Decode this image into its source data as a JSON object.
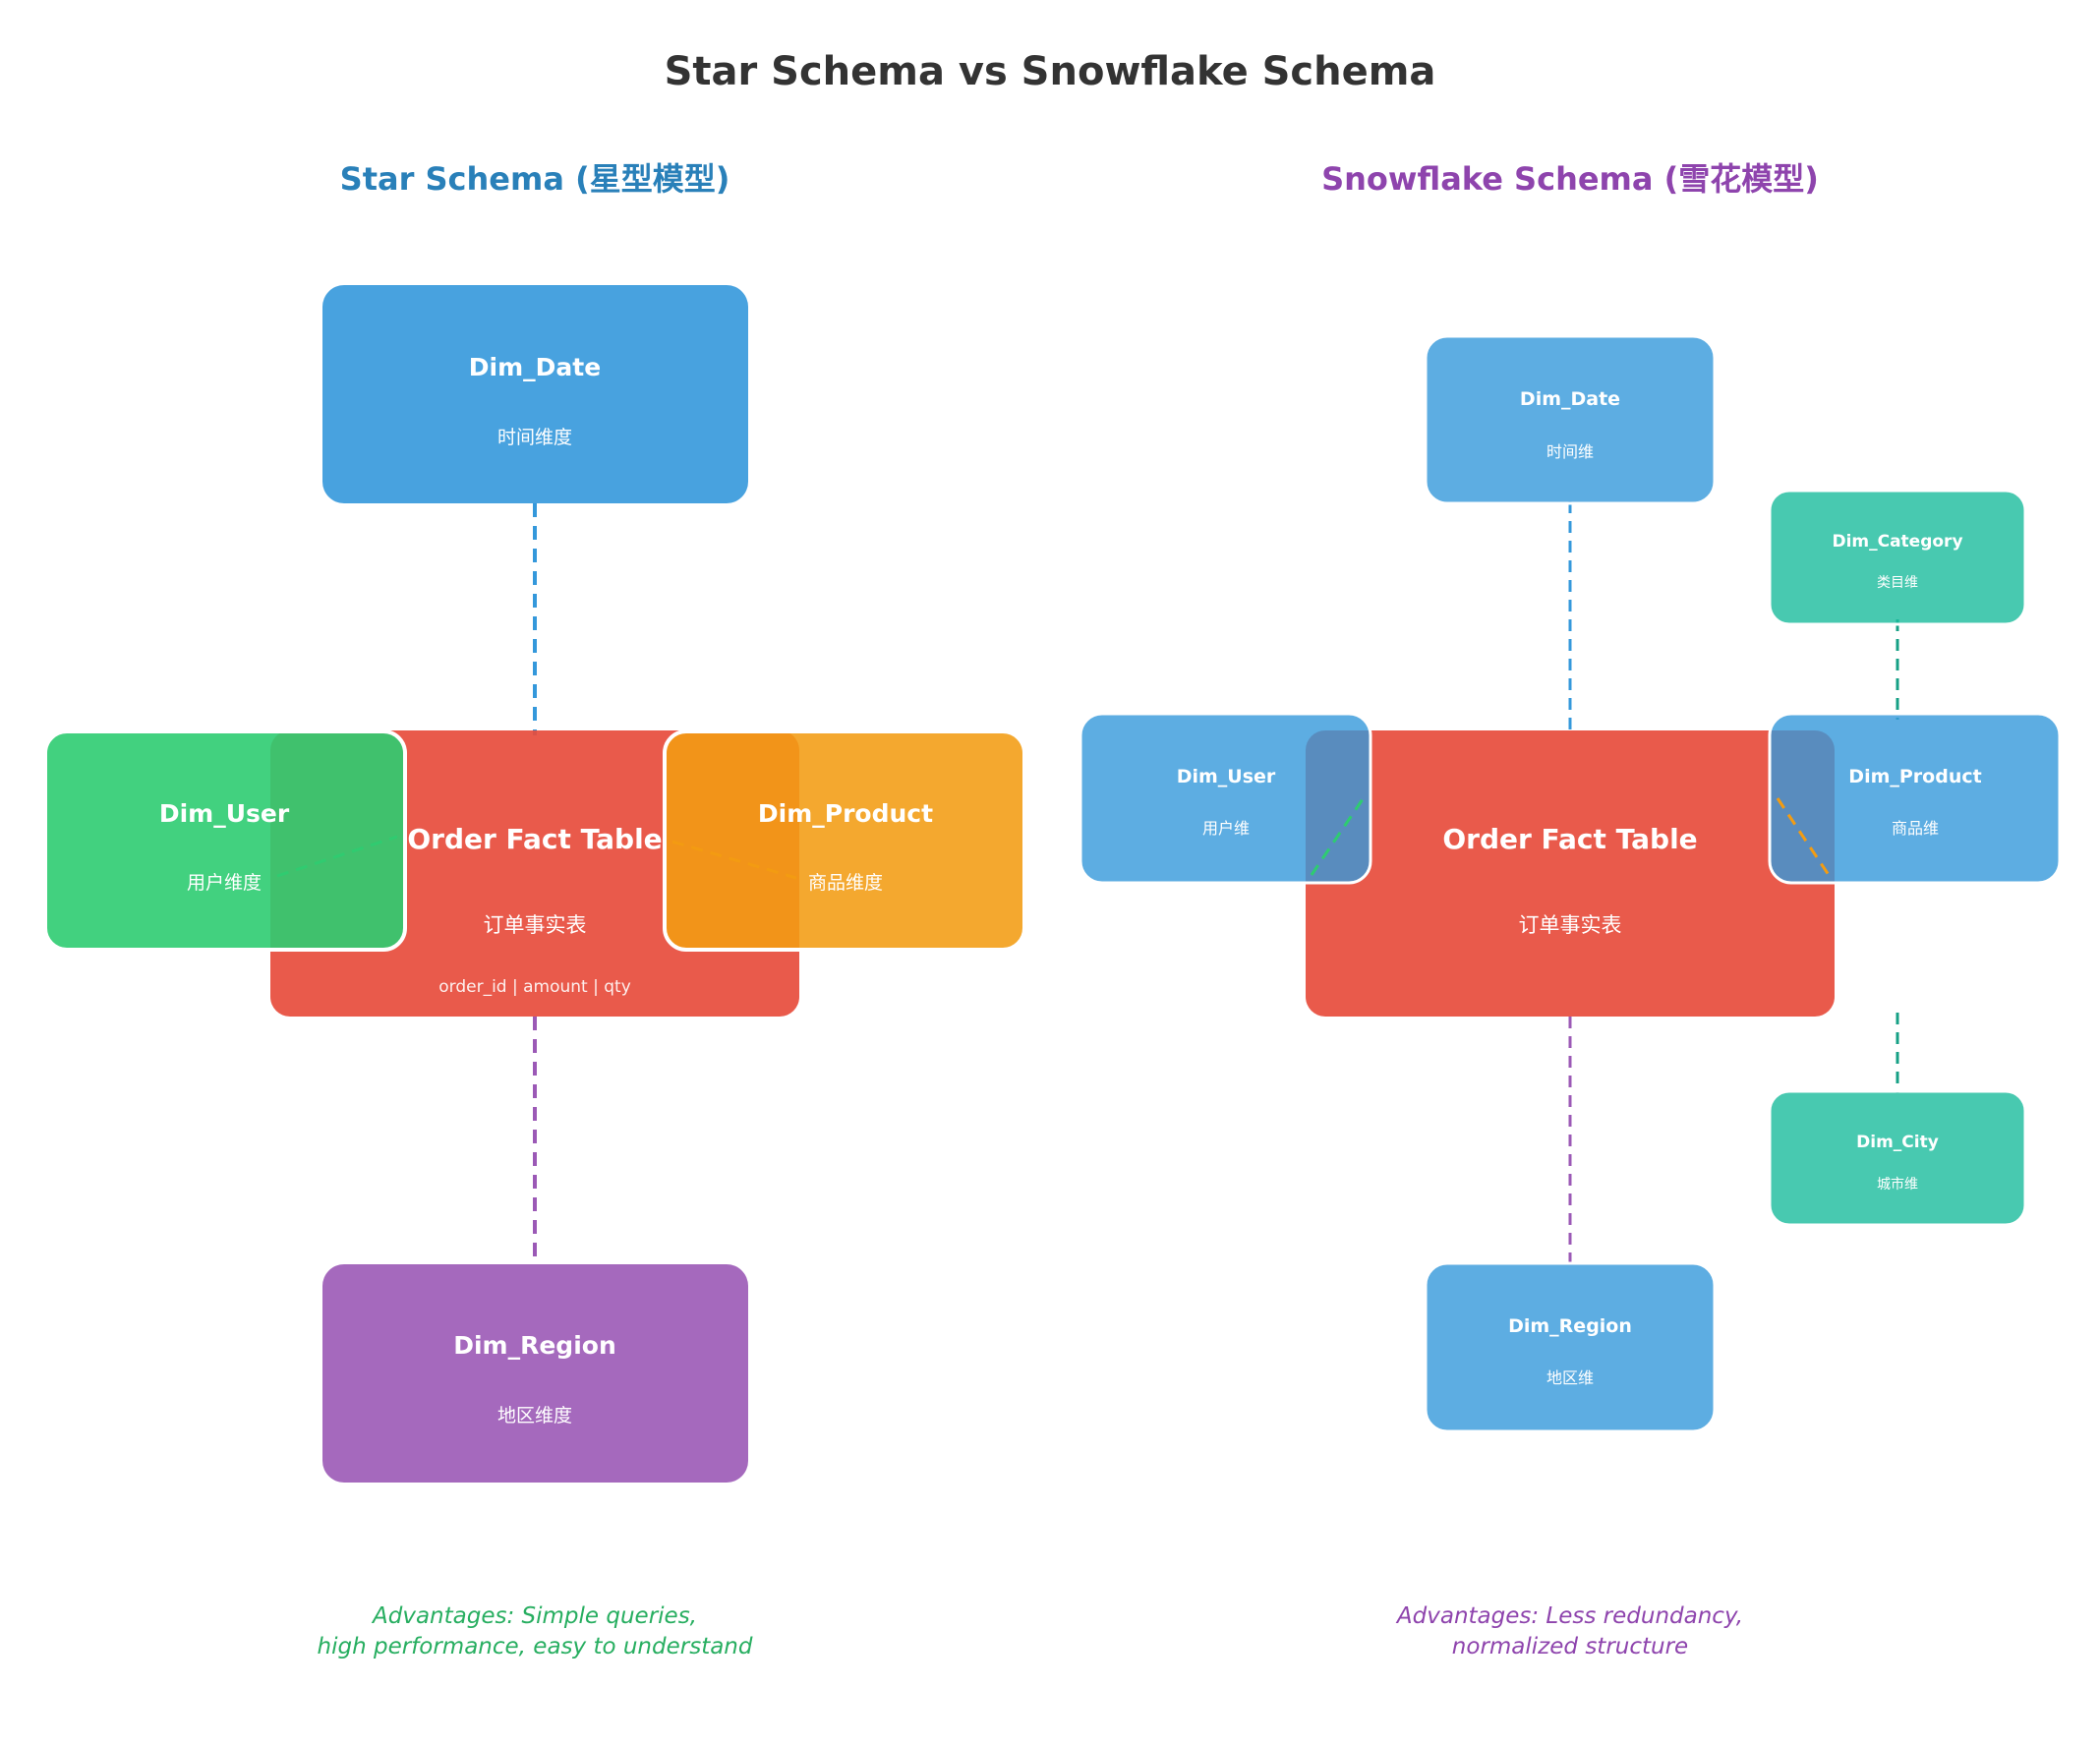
{
  "title": "Star Schema vs Snowflake Schema",
  "colors": {
    "title": "#333333",
    "star_heading": "#2980b9",
    "snow_heading": "#8e44ad",
    "fact": "#e74c3c",
    "blue": "#3498db",
    "green": "#2ecc71",
    "orange": "#f39c12",
    "purple": "#9b59b6",
    "teal": "#1abc9c",
    "star_note": "#27ae60",
    "snow_note": "#8e44ad",
    "line_blue": "#3498db",
    "line_purple": "#9b59b6",
    "line_green": "#2ecc71",
    "line_orange": "#f39c12",
    "line_teal": "#16a085"
  },
  "star": {
    "heading": "Star Schema (星型模型)",
    "fact": {
      "title": "Order Fact Table",
      "subtitle": "订单事实表",
      "fields": "order_id | amount | qty"
    },
    "dim_date": {
      "title": "Dim_Date",
      "subtitle": "时间维度"
    },
    "dim_user": {
      "title": "Dim_User",
      "subtitle": "用户维度"
    },
    "dim_product": {
      "title": "Dim_Product",
      "subtitle": "商品维度"
    },
    "dim_region": {
      "title": "Dim_Region",
      "subtitle": "地区维度"
    },
    "note_line1": "Advantages: Simple queries,",
    "note_line2": "high performance, easy to understand"
  },
  "snowflake": {
    "heading": "Snowflake Schema (雪花模型)",
    "fact": {
      "title": "Order Fact Table",
      "subtitle": "订单事实表"
    },
    "dim_date": {
      "title": "Dim_Date",
      "subtitle": "时间维"
    },
    "dim_user": {
      "title": "Dim_User",
      "subtitle": "用户维"
    },
    "dim_product": {
      "title": "Dim_Product",
      "subtitle": "商品维"
    },
    "dim_region": {
      "title": "Dim_Region",
      "subtitle": "地区维"
    },
    "dim_category": {
      "title": "Dim_Category",
      "subtitle": "类目维"
    },
    "dim_city": {
      "title": "Dim_City",
      "subtitle": "城市维"
    },
    "note_line1": "Advantages: Less redundancy,",
    "note_line2": "normalized structure"
  }
}
